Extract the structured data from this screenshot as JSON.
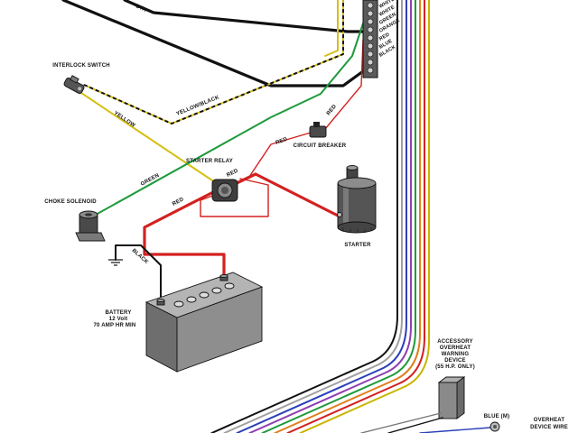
{
  "diagram": {
    "top_wire_label": "STA",
    "terminal_strip": {
      "labels": [
        "WHITE",
        "WHITE",
        "GREEN",
        "ORANGE",
        "RED",
        "BLUE",
        "BLACK"
      ]
    },
    "interlock_switch": {
      "label": "INTERLOCK SWITCH"
    },
    "choke_solenoid": {
      "label": "CHOKE SOLENOID"
    },
    "starter_relay": {
      "label": "STARTER RELAY"
    },
    "circuit_breaker": {
      "label": "CIRCUIT BREAKER"
    },
    "starter": {
      "label": "STARTER"
    },
    "battery": {
      "label": "BATTERY",
      "voltage": "12 Volt",
      "capacity": "70 AMP HR MIN"
    },
    "accessory_device": {
      "lines": [
        "ACCESSORY",
        "OVERHEAT",
        "WARNING",
        "DEVICE",
        "(55 H.P. ONLY)"
      ]
    },
    "overheat_wire": {
      "connector_label": "BLUE (M)",
      "lines": [
        "OVERHEAT",
        "DEVICE WIRE"
      ]
    },
    "wire_labels": {
      "yellow": "YELLOW",
      "yellow_black": "YELLOW/BLACK",
      "green": "GREEN",
      "black_ground": "BLACK",
      "red_relay": "RED",
      "red_battery": "RED",
      "red_relay_loop": "RED",
      "red_breaker": "RED"
    }
  },
  "colors": {
    "red": "#d42020",
    "green": "#1e9a3c",
    "yellow": "#d6bf14",
    "black": "#111111",
    "blue": "#2a3fb8",
    "orange": "#e0801c",
    "purple": "#8e3fb0",
    "white_wire": "#a0a0a0",
    "harness": [
      "#111111",
      "#a0a0a0",
      "#2a3fb8",
      "#8e3fb0",
      "#1e9a3c",
      "#e0801c",
      "#d42020",
      "#c9b400"
    ]
  }
}
